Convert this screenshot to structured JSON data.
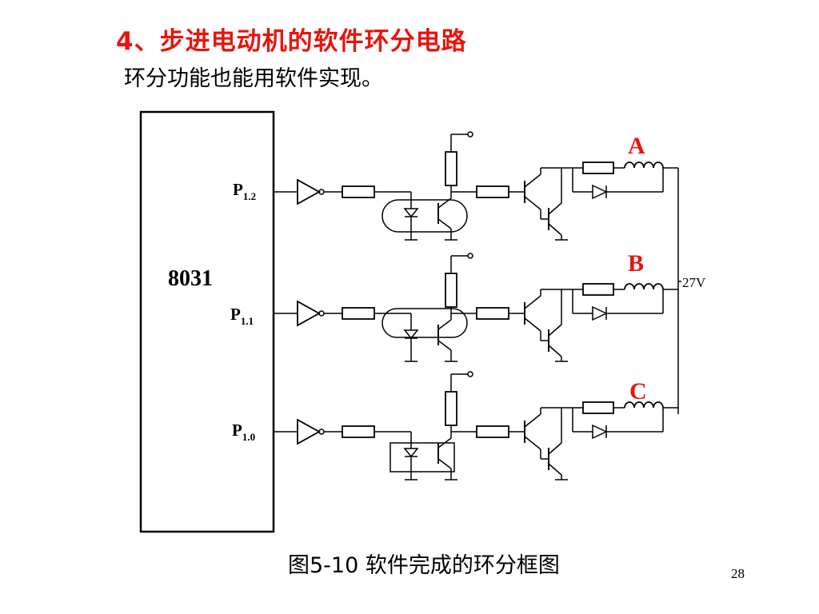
{
  "slide": {
    "title": "4、步进电动机的软件环分电路",
    "subtitle": "环分功能也能用软件实现。",
    "caption": "图5-10 软件完成的环分框图",
    "page_number": "28"
  },
  "diagram": {
    "chip_label": "8031",
    "pins": [
      {
        "name": "P",
        "sub": "1.2"
      },
      {
        "name": "P",
        "sub": "1.1"
      },
      {
        "name": "P",
        "sub": "1.0"
      }
    ],
    "phases": [
      "A",
      "B",
      "C"
    ],
    "supply_label": "27V",
    "colors": {
      "title": "#e8140c",
      "phase_label": "#e8140c",
      "lines": "#000000"
    }
  }
}
